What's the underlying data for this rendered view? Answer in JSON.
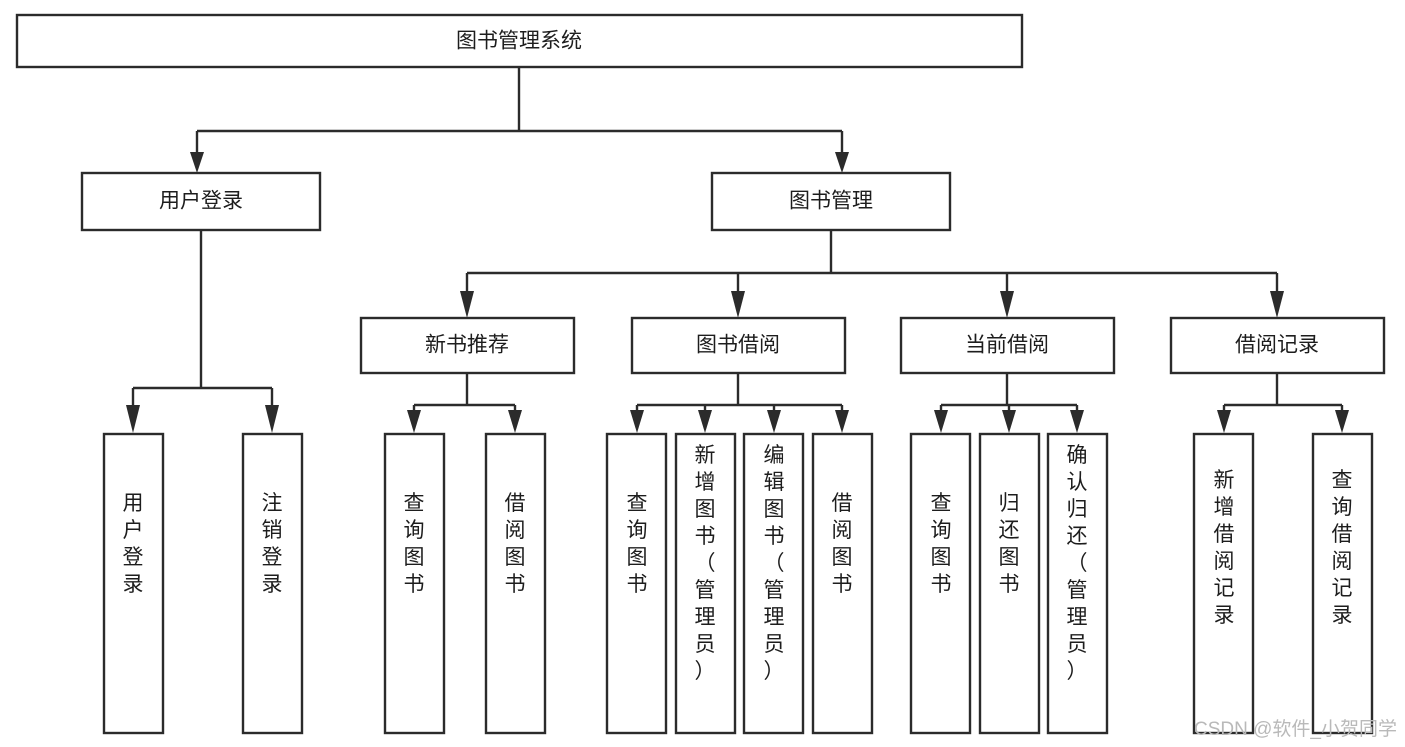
{
  "diagram": {
    "type": "tree-hierarchy",
    "title": "图书管理系统",
    "orientation": "top-down",
    "colors": {
      "background": "#ffffff",
      "box_stroke": "#2b2b2b",
      "box_fill": "#ffffff",
      "text": "#1d1d1d",
      "connector": "#2b2b2b",
      "watermark": "#b9b9b9"
    },
    "root": {
      "label": "图书管理系统",
      "orientation": "horizontal"
    },
    "level2": [
      {
        "label": "用户登录",
        "orientation": "horizontal"
      },
      {
        "label": "图书管理",
        "orientation": "horizontal"
      }
    ],
    "level3": [
      {
        "label": "新书推荐",
        "orientation": "horizontal"
      },
      {
        "label": "图书借阅",
        "orientation": "horizontal"
      },
      {
        "label": "当前借阅",
        "orientation": "horizontal"
      },
      {
        "label": "借阅记录",
        "orientation": "horizontal"
      }
    ],
    "leaves": {
      "用户登录": [
        {
          "label": "用户登录",
          "orientation": "vertical"
        },
        {
          "label": "注销登录",
          "orientation": "vertical"
        }
      ],
      "新书推荐": [
        {
          "label": "查询图书",
          "orientation": "vertical"
        },
        {
          "label": "借阅图书",
          "orientation": "vertical"
        }
      ],
      "图书借阅": [
        {
          "label": "查询图书",
          "orientation": "vertical"
        },
        {
          "label": "新增图书（管理员）",
          "orientation": "vertical"
        },
        {
          "label": "编辑图书（管理员）",
          "orientation": "vertical"
        },
        {
          "label": "借阅图书",
          "orientation": "vertical"
        }
      ],
      "当前借阅": [
        {
          "label": "查询图书",
          "orientation": "vertical"
        },
        {
          "label": "归还图书",
          "orientation": "vertical"
        },
        {
          "label": "确认归还（管理员）",
          "orientation": "vertical"
        }
      ],
      "借阅记录": [
        {
          "label": "新增借阅记录",
          "orientation": "vertical"
        },
        {
          "label": "查询借阅记录",
          "orientation": "vertical"
        }
      ]
    }
  },
  "watermark": {
    "text": "CSDN @软件_小贺同学"
  }
}
